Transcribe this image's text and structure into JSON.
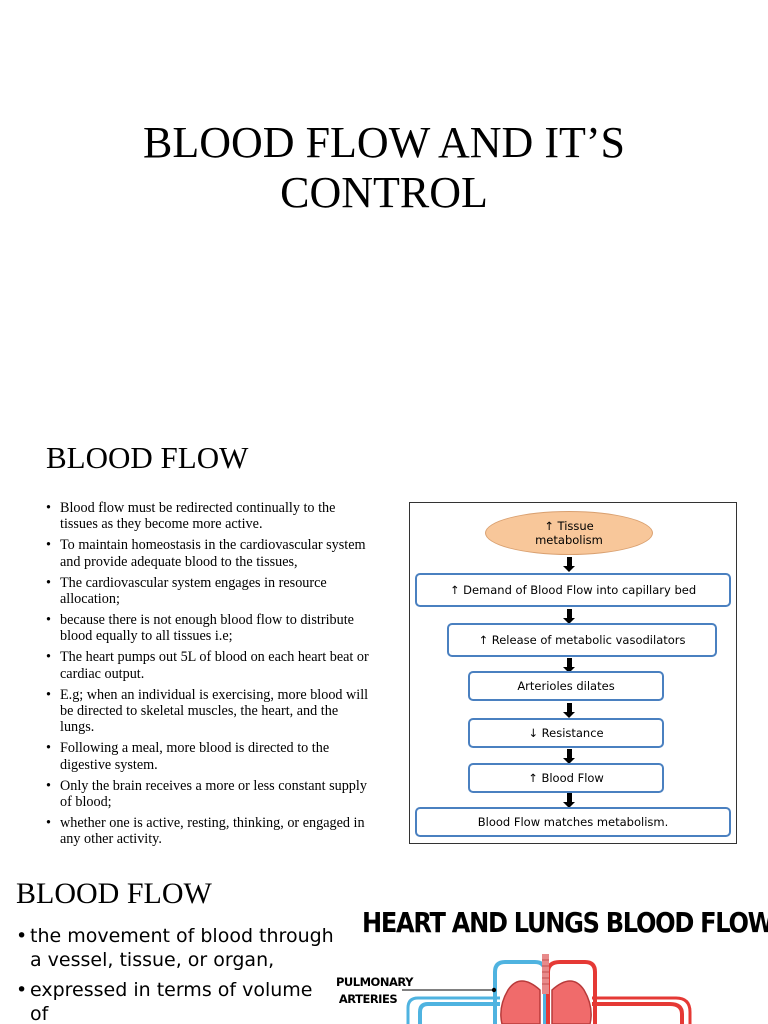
{
  "slide1": {
    "title_line1": "BLOOD FLOW AND IT’S",
    "title_line2": "CONTROL"
  },
  "slide2": {
    "title": "BLOOD FLOW",
    "bullets": [
      "Blood flow must be redirected continually to the tissues as they become more active.",
      "To maintain homeostasis in the cardiovascular system and provide adequate blood to the tissues,",
      "The cardiovascular system engages in resource allocation;",
      "because there is not enough blood flow to distribute blood equally to all tissues i.e;",
      "The heart pumps out 5L of blood on each heart beat or cardiac output.",
      "E.g; when an individual is exercising, more blood will be directed to skeletal muscles, the heart, and the lungs.",
      "Following a meal, more blood is directed to the digestive system.",
      "Only the brain receives a more or less constant supply of blood;",
      "whether one is active, resting, thinking, or engaged in any other activity."
    ],
    "diagram": {
      "oval_line1": "↑ Tissue",
      "oval_line2": "metabolism",
      "steps": [
        "↑ Demand of Blood Flow into capillary bed",
        "↑ Release of metabolic vasodilators",
        "Arterioles dilates",
        "↓ Resistance",
        "↑ Blood Flow",
        "Blood Flow matches metabolism."
      ],
      "colors": {
        "oval_fill": "#f8c79a",
        "box_border": "#4a80c0"
      }
    }
  },
  "slide3": {
    "title": "BLOOD FLOW",
    "bullets": [
      "the movement of blood through a vessel, tissue, or organ,",
      "expressed in terms of volume of"
    ],
    "figure_title": "HEART AND LUNGS BLOOD FLOW",
    "label_line1": "PULMONARY",
    "label_line2": "ARTERIES",
    "colors": {
      "oxygenated": "#e53935",
      "deoxygenated": "#4fb3e0",
      "lung": "#f06b6b"
    }
  }
}
